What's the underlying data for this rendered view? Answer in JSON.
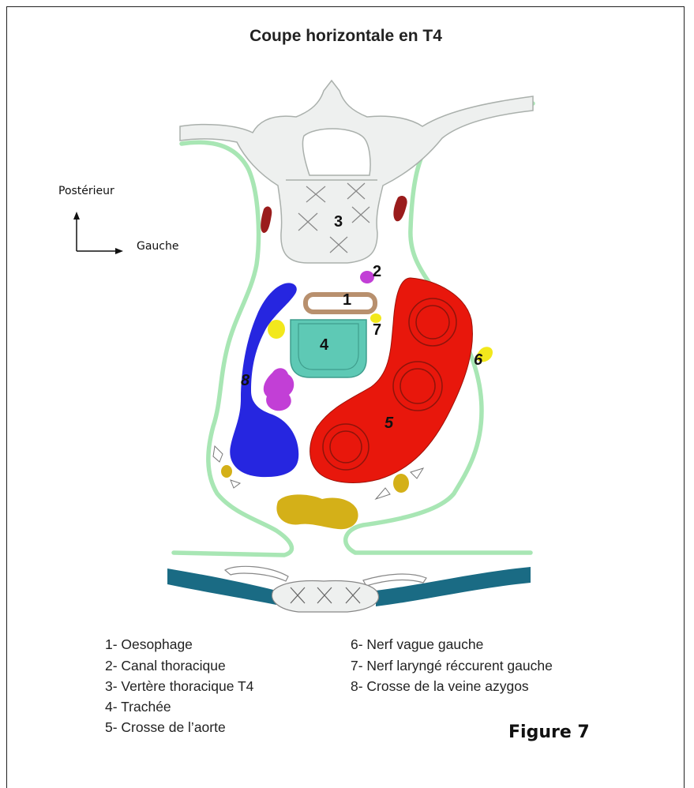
{
  "title": "Coupe horizontale en T4",
  "orientation": {
    "posterior": "Postérieur",
    "left": "Gauche"
  },
  "markers": [
    "1",
    "2",
    "3",
    "4",
    "5",
    "6",
    "7",
    "8"
  ],
  "legend_left": [
    "1- Oesophage",
    "2- Canal thoracique",
    "3- Vertère thoracique T4",
    "4- Trachée",
    "5- Crosse de l’aorte"
  ],
  "legend_right": [
    "6- Nerf vague gauche",
    "7- Nerf laryngé réccurent gauche",
    "8- Crosse de la veine azygos"
  ],
  "figure_label": "Figure 7",
  "colors": {
    "pleura": "#a8e6b4",
    "bone": "#eef0ef",
    "aorta": "#e8170c",
    "azygos": "#2626e0",
    "trachea": "#5ec9b5",
    "esophagus": "#b8906e",
    "thoracic_duct": "#c23fd6",
    "nerve": "#f2e81c",
    "vessel_dark": "#9a1c1c",
    "mass": "#d4b018",
    "sternum_band": "#1a6b84"
  }
}
